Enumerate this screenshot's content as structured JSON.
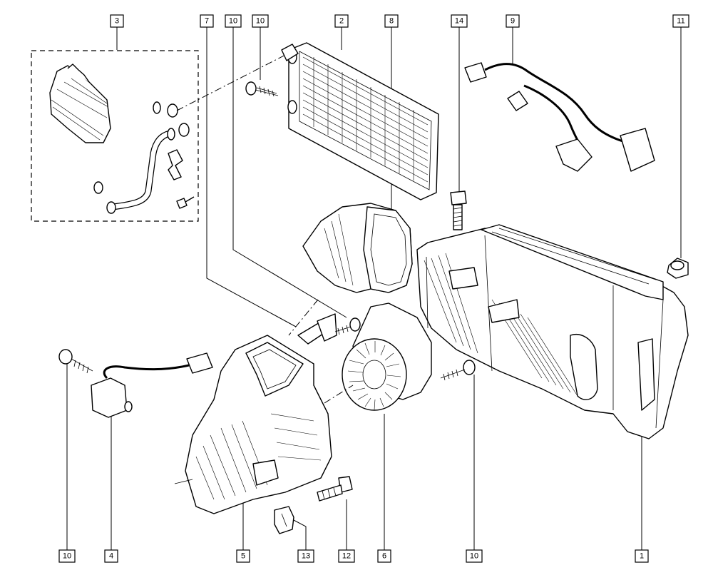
{
  "callouts": [
    {
      "id": "c-3-top",
      "label": "3"
    },
    {
      "id": "c-7-top",
      "label": "7"
    },
    {
      "id": "c-10-top-a",
      "label": "10"
    },
    {
      "id": "c-10-top-b",
      "label": "10"
    },
    {
      "id": "c-2-top",
      "label": "2"
    },
    {
      "id": "c-8-top",
      "label": "8"
    },
    {
      "id": "c-14-top",
      "label": "14"
    },
    {
      "id": "c-9-top",
      "label": "9"
    },
    {
      "id": "c-11-top",
      "label": "11"
    },
    {
      "id": "c-10-bottom-a",
      "label": "10"
    },
    {
      "id": "c-4-bottom",
      "label": "4"
    },
    {
      "id": "c-5-bottom",
      "label": "5"
    },
    {
      "id": "c-13-bottom",
      "label": "13"
    },
    {
      "id": "c-12-bottom",
      "label": "12"
    },
    {
      "id": "c-6-bottom",
      "label": "6"
    },
    {
      "id": "c-10-bottom-b",
      "label": "10"
    },
    {
      "id": "c-1-bottom",
      "label": "1"
    }
  ]
}
